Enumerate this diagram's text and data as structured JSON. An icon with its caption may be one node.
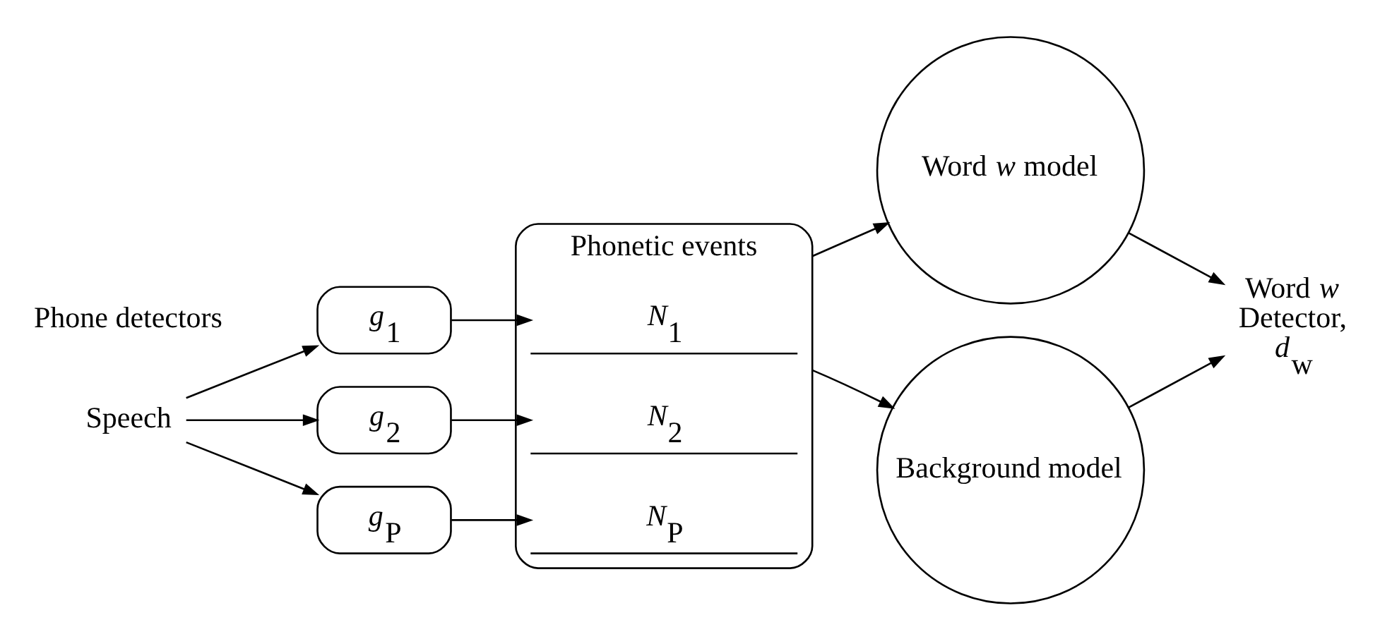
{
  "diagram": {
    "nodes": [
      {
        "text": [
          "Speech"
        ]
      },
      {
        "text": [
          "*g*$_{1}$"
        ]
      },
      {
        "text": [
          "*g*$_{2}$"
        ]
      },
      {
        "text": [
          "*g*$_{P}$"
        ]
      },
      {
        "text": [
          "Phonetic events"
        ]
      },
      {
        "text": [
          "*N*$_{1}$"
        ],
        "in": 4
      },
      {
        "text": [
          "*N*$_{2}$"
        ],
        "in": 4
      },
      {
        "text": [
          "*N*$_{P}$"
        ],
        "in": 4
      },
      {
        "text": [
          "Word *w* model"
        ]
      },
      {
        "text": [
          "Background model"
        ]
      },
      {
        "text": [
          "Word *w* Detector, *d*$_{w}$"
        ]
      }
    ],
    "edges": [
      {
        "from": 0,
        "to": 1,
        "arrow": "to"
      },
      {
        "from": 0,
        "to": 2,
        "arrow": "to"
      },
      {
        "from": 0,
        "to": 3,
        "arrow": "to"
      },
      {
        "from": 1,
        "to": 5,
        "arrow": "to"
      },
      {
        "from": 2,
        "to": 6,
        "arrow": "to"
      },
      {
        "from": 3,
        "to": 7,
        "arrow": "to"
      },
      {
        "from": 4,
        "to": 8,
        "arrow": "to"
      },
      {
        "from": 4,
        "to": 9,
        "arrow": "to"
      },
      {
        "from": 8,
        "to": 10,
        "arrow": "to"
      },
      {
        "from": 9,
        "to": 10,
        "arrow": "to"
      }
    ],
    "labels": [
      "Phone detectors"
    ]
  }
}
